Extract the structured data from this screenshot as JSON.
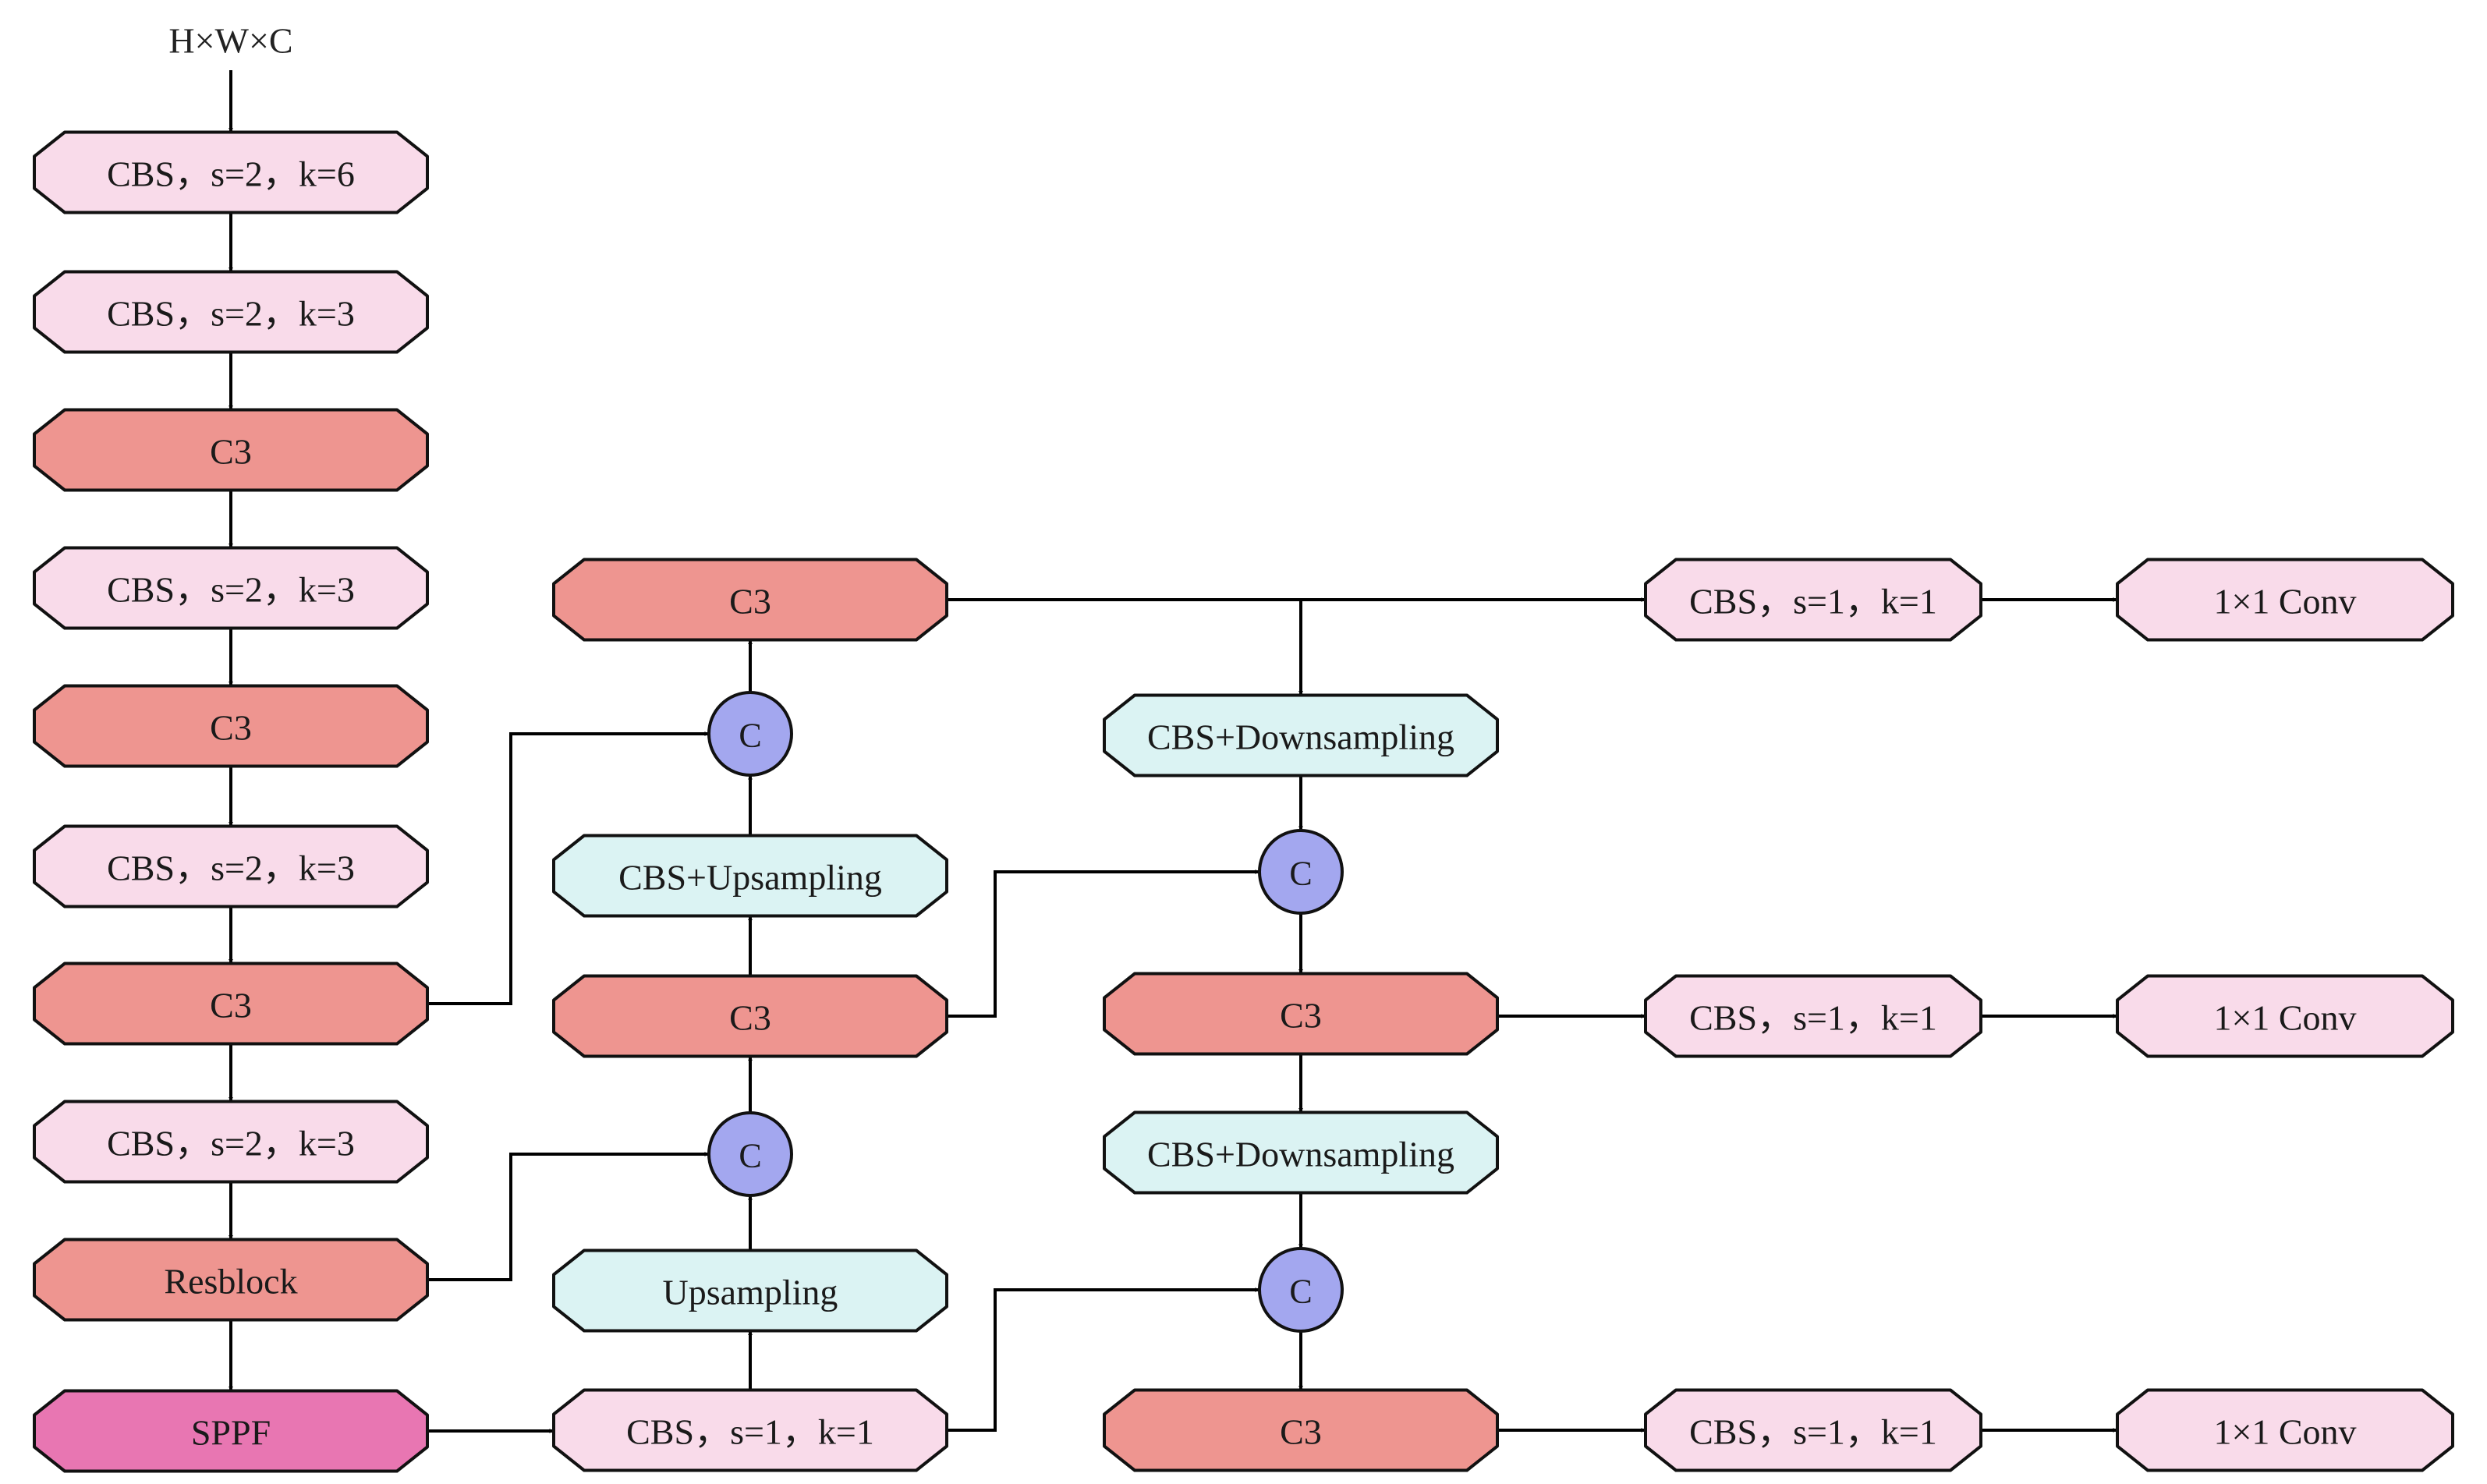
{
  "input_label": "H×W×C",
  "colors": {
    "light_pink": "#f9dbea",
    "salmon": "#ee9590",
    "magenta": "#e876b2",
    "light_cyan": "#dbf3f3",
    "concat_blue": "#a3a7ef",
    "outline": "#111111",
    "edge": "#000000"
  },
  "backbone": [
    {
      "label": "CBS，s=2，k=6",
      "fill": "light_pink"
    },
    {
      "label": "CBS，s=2，k=3",
      "fill": "light_pink"
    },
    {
      "label": "C3",
      "fill": "salmon"
    },
    {
      "label": "CBS，s=2，k=3",
      "fill": "light_pink"
    },
    {
      "label": "C3",
      "fill": "salmon"
    },
    {
      "label": "CBS，s=2，k=3",
      "fill": "light_pink"
    },
    {
      "label": "C3",
      "fill": "salmon"
    },
    {
      "label": "CBS，s=2，k=3",
      "fill": "light_pink"
    },
    {
      "label": "Resblock",
      "fill": "salmon"
    },
    {
      "label": "SPPF",
      "fill": "magenta"
    }
  ],
  "neck_up": [
    {
      "label": "C3",
      "fill": "salmon"
    },
    {
      "label": "C",
      "fill": "concat_blue"
    },
    {
      "label": "CBS+Upsampling",
      "fill": "light_cyan"
    },
    {
      "label": "C3",
      "fill": "salmon"
    },
    {
      "label": "C",
      "fill": "concat_blue"
    },
    {
      "label": "Upsampling",
      "fill": "light_cyan"
    },
    {
      "label": "CBS，s=1，k=1",
      "fill": "light_pink"
    }
  ],
  "neck_down": [
    {
      "label": "CBS+Downsampling",
      "fill": "light_cyan"
    },
    {
      "label": "C",
      "fill": "concat_blue"
    },
    {
      "label": "C3",
      "fill": "salmon"
    },
    {
      "label": "CBS+Downsampling",
      "fill": "light_cyan"
    },
    {
      "label": "C",
      "fill": "concat_blue"
    },
    {
      "label": "C3",
      "fill": "salmon"
    }
  ],
  "heads": [
    {
      "cbs": "CBS，s=1，k=1",
      "conv": "1×1 Conv"
    },
    {
      "cbs": "CBS，s=1，k=1",
      "conv": "1×1 Conv"
    },
    {
      "cbs": "CBS，s=1，k=1",
      "conv": "1×1 Conv"
    }
  ]
}
